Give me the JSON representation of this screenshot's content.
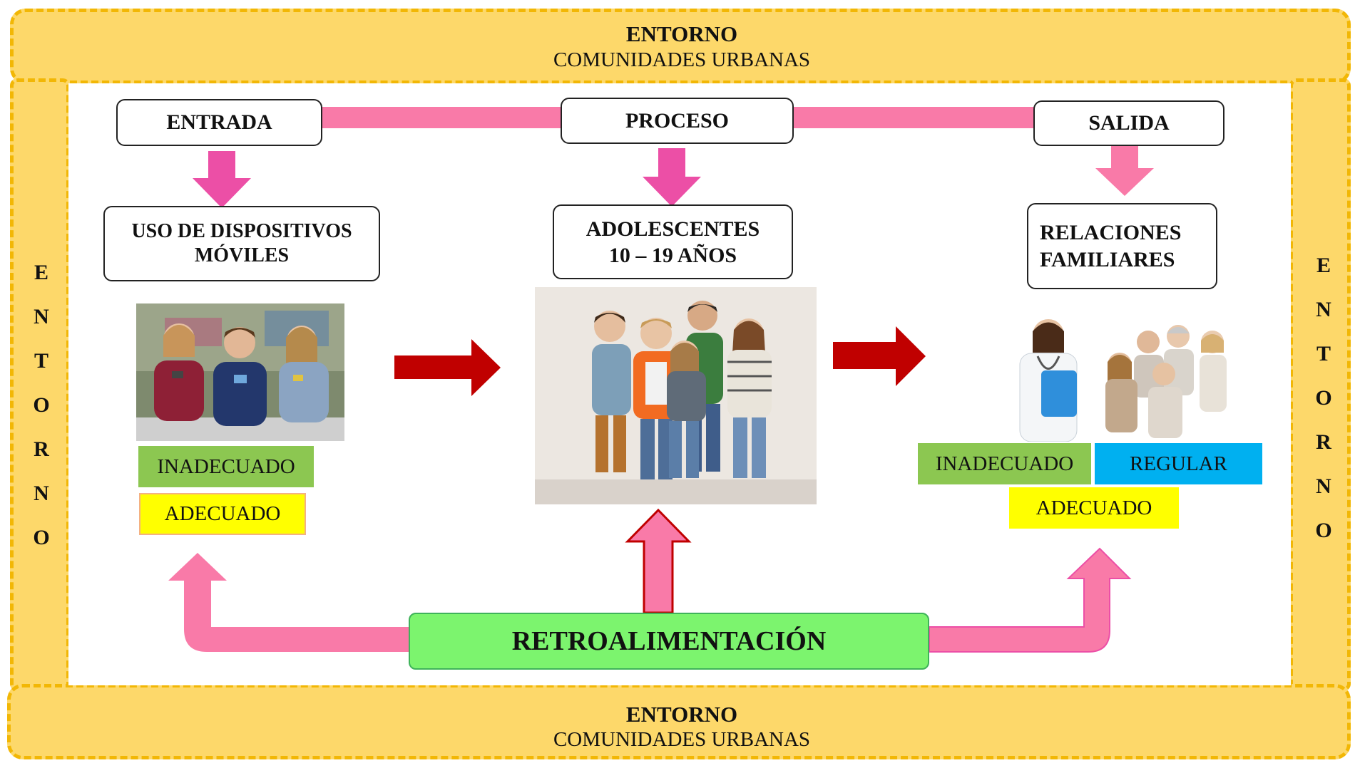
{
  "environment": {
    "title": "ENTORNO",
    "subtitle": "COMUNIDADES URBANAS",
    "vertical_letters": [
      "E",
      "N",
      "T",
      "O",
      "R",
      "N",
      "O"
    ]
  },
  "stages": {
    "input": {
      "header": "ENTRADA",
      "concept": "USO DE DISPOSITIVOS MÓVILES",
      "levels": [
        "INADECUADO",
        "ADECUADO"
      ]
    },
    "process": {
      "header": "PROCESO",
      "concept_line1": "ADOLESCENTES",
      "concept_line2": "10 – 19 AÑOS"
    },
    "output": {
      "header": "SALIDA",
      "concept_line1": "RELACIONES",
      "concept_line2": "FAMILIARES",
      "levels": [
        "INADECUADO",
        "REGULAR",
        "ADECUADO"
      ]
    }
  },
  "feedback": {
    "label": "RETROALIMENTACIÓN"
  },
  "colors": {
    "frame": "#FDD86A",
    "frame_border": "#F2B705",
    "connector": "#F97AA8",
    "down_arrow": "#EC4FA6",
    "flow_arrow": "#C00000",
    "level_green": "#8CC751",
    "level_yellow": "#FFFF00",
    "level_blue": "#00B0F0",
    "feedback_box": "#7CF46E"
  },
  "images": {
    "input_photo": "teenagers-using-smartphones-photo",
    "process_photo": "group-of-adolescents-photo",
    "output_photo": "doctor-and-family-photo"
  }
}
